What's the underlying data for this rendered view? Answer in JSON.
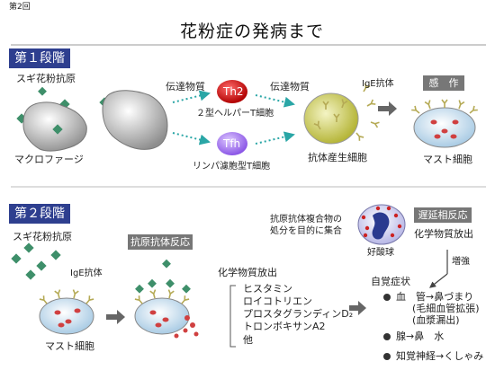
{
  "page_tag": "第2回",
  "title": "花粉症の発病まで",
  "stage1": {
    "label": "第１段階",
    "pollen_antigen": "スギ花粉抗原",
    "macrophage": "マクロファージ",
    "transmitter_1": "伝達物質",
    "transmitter_2": "伝達物質",
    "th2": "Th2",
    "th2_caption": "２型ヘルパーT細胞",
    "tfh": "Tfh",
    "tfh_caption": "リンパ濾胞型T細胞",
    "ige_label": "IgE抗体",
    "antibody_cell": "抗体産生細胞",
    "sensitization": "感　作",
    "mast_cell": "マスト細胞"
  },
  "stage2": {
    "label": "第２段階",
    "pollen_antigen": "スギ花粉抗原",
    "ige_label": "IgE抗体",
    "mast_cell": "マスト細胞",
    "antigen_antibody_reaction": "抗原抗体反応",
    "chem_release_title": "化学物質放出",
    "chemicals": [
      "ヒスタミン",
      "ロイコトリエン",
      "プロスタグランディンD₂",
      "トロンボキサンA2",
      "他"
    ],
    "complex_note_1": "抗原抗体複合物の",
    "complex_note_2": "処分を目的に集合",
    "eosinophil": "好酸球",
    "late_reaction": "遅延相反応",
    "chem_release_2": "化学物質放出",
    "enhance": "増強",
    "symptoms_title": "自覚症状",
    "symptom_1a": "血　管→鼻づまり",
    "symptom_1b": "(毛細血管拡張)",
    "symptom_1c": "(血漿漏出)",
    "symptom_2": "腺→鼻　水",
    "symptom_3": "知覚神経→くしゃみ"
  },
  "colors": {
    "stage_label_bg": "#2e3f8f",
    "gray_label_bg": "#777777",
    "th2": "#cc1111",
    "tfh": "#9966ee",
    "arrow_teal": "#2aa6a6",
    "pollen_green": "#3e8f6a",
    "antibody_yellow": "#b5aa55",
    "mast_cell_fill": "#cfe2f0",
    "antibody_cell_fill": "#c8c850"
  }
}
